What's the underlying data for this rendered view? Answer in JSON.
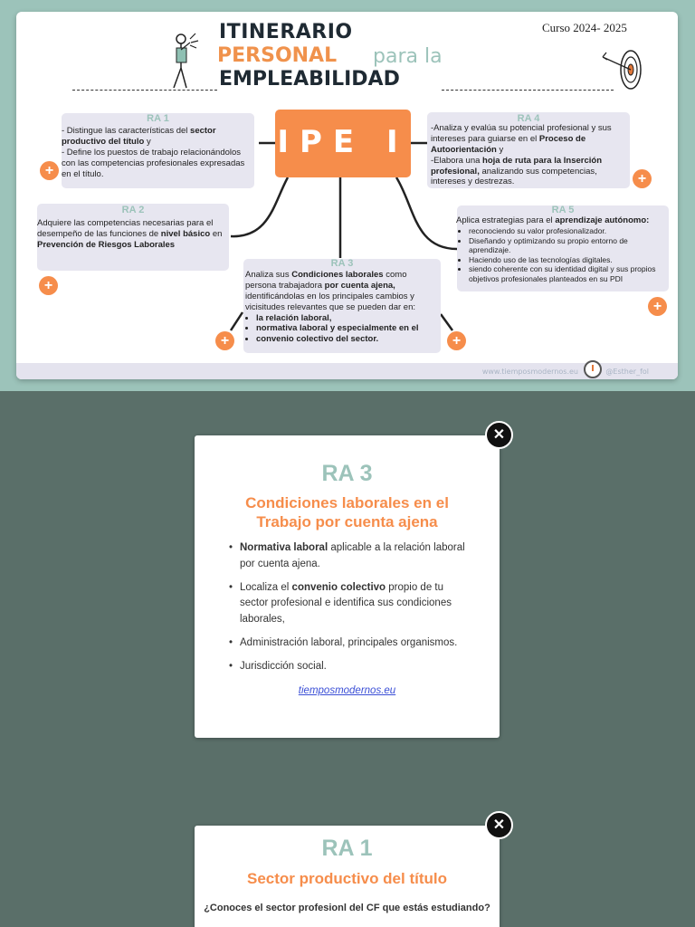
{
  "slide": {
    "course": "Curso 2024- 2025",
    "title_line1": "ITINERARIO",
    "title_line2a": "PERSONAL",
    "title_line2b": "para la",
    "title_line3": "EMPLEABILIDAD",
    "center": "IPE I",
    "footer_url": "www.tiemposmodernos.eu",
    "footer_handle": "@Esther_fol",
    "colors": {
      "accent": "#f68d4b",
      "teal": "#9cc3ba",
      "card": "#e7e6f0"
    }
  },
  "ra1": {
    "title": "RA 1",
    "l1a": " - Distingue las características del ",
    "l1b": "sector productivo del título",
    "l1c": " y",
    "l2": " - Define los puestos de trabajo relacionándolos con las competencias profesionales expresadas en el título."
  },
  "ra2": {
    "title": "RA 2",
    "a": "Adquiere las competencias necesarias para el desempeño de las funciones de ",
    "b": "nivel básico",
    "c": " en ",
    "d": "Prevención de Riesgos Laborales"
  },
  "ra3": {
    "title": "RA 3",
    "a": "Analiza sus ",
    "b": "Condiciones laborales",
    "c": " como persona trabajadora ",
    "d": "por cuenta ajena,",
    "e": " identificándolas en los principales cambios y vicisitudes relevantes que se pueden dar en:",
    "items": [
      "la relación laboral,",
      "normativa laboral y especialmente en el",
      "convenio colectivo del sector."
    ]
  },
  "ra4": {
    "title": "RA 4",
    "a": "-Analiza y evalúa su potencial profesional y sus intereses para guiarse en el ",
    "b": "Proceso de Autoorientación",
    "c": " y",
    "d": "-Elabora una ",
    "e": "hoja de ruta para la  Inserción profesional,",
    "f": " analizando sus competencias, intereses y destrezas."
  },
  "ra5": {
    "title": "RA 5",
    "a": "Aplica estrategias para el ",
    "b": "aprendizaje autónomo:",
    "items": [
      "reconociendo su valor profesionalizador.",
      "Diseñando y optimizando su propio entorno de aprendizaje.",
      "Haciendo uso de las tecnologías digitales.",
      "siendo coherente con su identidad digital y sus propios objetivos profesionales planteados en su PDI"
    ]
  },
  "plus_label": "+",
  "close_label": "✕",
  "card3": {
    "ra": "RA 3",
    "subtitle": "Condiciones laborales en el Trabajo por cuenta ajena",
    "i1b": "Normativa laboral",
    "i1": " aplicable a la relación laboral por cuenta ajena.",
    "i2a": "Localiza el ",
    "i2b": "convenio colectivo",
    "i2c": " propio de tu sector profesional e identifica sus condiciones laborales,",
    "i3": "Administración laboral, principales organismos.",
    "i4": "Jurisdicción social.",
    "link": "tiemposmodernos.eu"
  },
  "card1": {
    "ra": "RA 1",
    "subtitle": "Sector productivo del título",
    "question": "¿Conoces el sector profesionl del CF que estás estudiando?"
  }
}
